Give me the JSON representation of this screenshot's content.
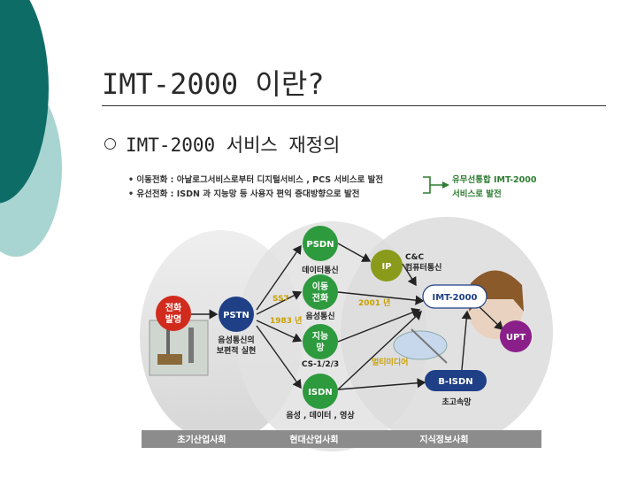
{
  "slide": {
    "title": "IMT-2000 이란?",
    "bullet": "IMT-2000 서비스 재정의"
  },
  "notes": {
    "line1": "• 이동전화 : 아날로그서비스로부터 디지털서비스 , PCS 서비스로 발전",
    "line2": "• 유선전화 : ISDN 과 지능망 등 사용자 편익 증대방향으로 발전",
    "result_line1": "유무선통합 IMT-2000",
    "result_line2": "서비스로 발전"
  },
  "diagram": {
    "invention_line1": "전화",
    "invention_line2": "발명",
    "pstn": "PSTN",
    "pstn_desc_line1": "음성통신의",
    "pstn_desc_line2": "보편적 실현",
    "psdn": "PSDN",
    "psdn_desc": "데이터통신",
    "mobile_line1": "이동",
    "mobile_line2": "전화",
    "mobile_desc": "음성통신",
    "in_line1": "지능",
    "in_line2": "망",
    "in_desc": "CS-1/2/3",
    "isdn": "ISDN",
    "isdn_desc": "음성 , 데이터 , 영상",
    "ip": "IP",
    "cc_line1": "C&C",
    "cc_line2": "컴퓨터통신",
    "imt": "IMT-2000",
    "upt": "UPT",
    "bisdn": "B-ISDN",
    "bisdn_desc": "초고속망",
    "ss7": "SS7",
    "year_1983": "1983 년",
    "year_2001": "2001 년",
    "multimedia": "멀티미디어",
    "eras": [
      "초기산업사회",
      "현대산업사회",
      "지식정보사회"
    ]
  },
  "colors": {
    "teal_dark": "#0d6d66",
    "teal_light": "#a8d4d2",
    "green_node": "#2e9a3e",
    "navy_node": "#1f3f86",
    "olive_node": "#8a9a1a",
    "purple_node": "#8a1f8a",
    "red_node": "#d12b1e",
    "accent_text": "#c9a000"
  }
}
